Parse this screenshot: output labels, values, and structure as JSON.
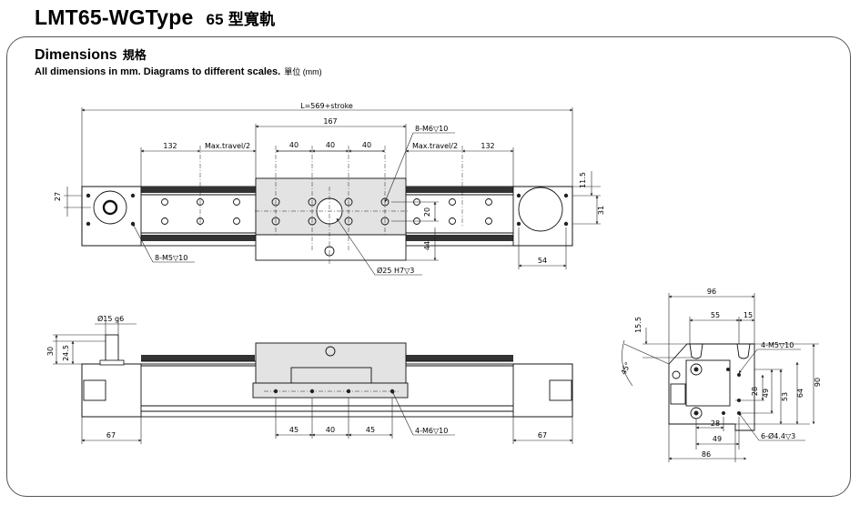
{
  "header": {
    "title": "LMT65-WGType",
    "title_cn": "65 型寬軌"
  },
  "section": {
    "title": "Dimensions",
    "title_cn": "規格",
    "subtitle": "All dimensions in mm. Diagrams to different scales.",
    "subtitle_cn": "單位 (mm)"
  },
  "top_view": {
    "total_length": "L=569+stroke",
    "carriage_width": "167",
    "hole_note": "8-M6▽10",
    "left_end": "132",
    "right_end": "132",
    "travel_left": "Max.travel/2",
    "travel_right": "Max.travel/2",
    "pitch_1": "40",
    "pitch_2": "40",
    "pitch_3": "40",
    "end_height": "27",
    "right_offset_top": "11.5",
    "right_offset": "31",
    "hole_span": "20",
    "rail_dim": "44",
    "end_hole_note": "8-M5▽10",
    "dowel_note": "Ø25 H7▽3",
    "right_end_width": "54"
  },
  "front_view": {
    "shaft_note": "Ø15 g6",
    "dim_30": "30",
    "dim_24_5": "24.5",
    "left_len": "67",
    "right_len": "67",
    "pitch_a": "45",
    "pitch_b": "40",
    "pitch_c": "45",
    "hole_note": "4-M6▽10"
  },
  "side_view": {
    "width": "96",
    "d55": "55",
    "d15": "15",
    "d15_5": "15.5",
    "angle": "45°",
    "hole_note": "4-M5▽10",
    "d28": "28",
    "d49": "49",
    "d53": "53",
    "d64": "64",
    "d90": "90",
    "b28": "28",
    "b49": "49",
    "b86": "86",
    "bottom_hole_note": "6-Ø4.4▽3"
  }
}
